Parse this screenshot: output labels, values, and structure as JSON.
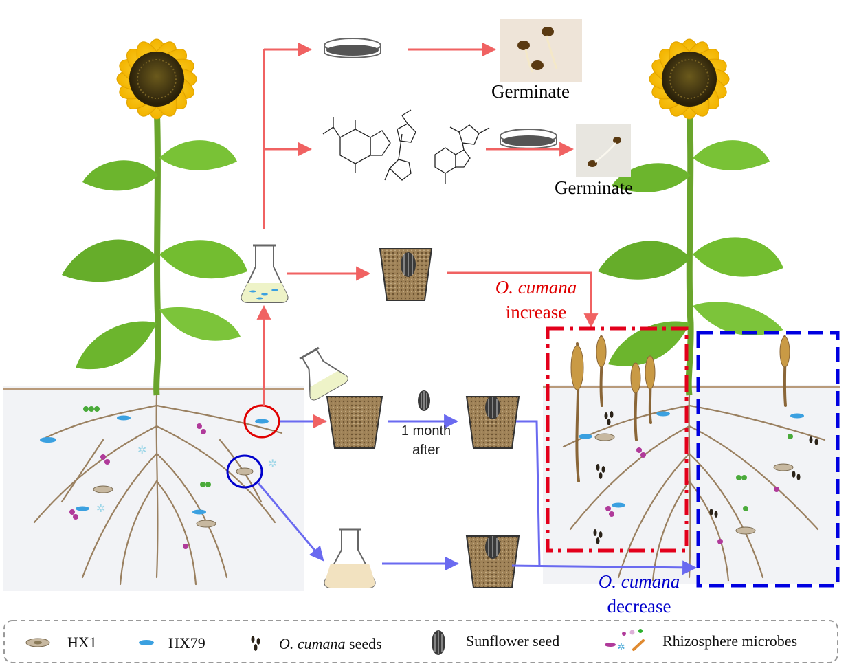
{
  "labels": {
    "germinate_top": "Germinate",
    "germinate_mid": "Germinate",
    "time_line1": "1 month",
    "time_line2": "after",
    "increase_species": "O. cumana",
    "increase_word": "increase",
    "decrease_species": "O. cumana",
    "decrease_word": "decrease"
  },
  "legend": {
    "hx1": "HX1",
    "hx79": "HX79",
    "ocumana_italic": "O. cumana",
    "ocumana_rest": " seeds",
    "sunflower_seed": "Sunflower seed",
    "microbes": "Rhizosphere microbes"
  },
  "colors": {
    "red_path": "#f06262",
    "blue_path": "#6a6af0",
    "increase_box": "#e3001b",
    "decrease_box": "#0000e0",
    "increase_text": "#e00000",
    "decrease_text": "#0000cc",
    "petal": "#f7c600",
    "leaf": "#6cb52d",
    "soil": "#f2f3f6",
    "root": "#9a8060"
  }
}
